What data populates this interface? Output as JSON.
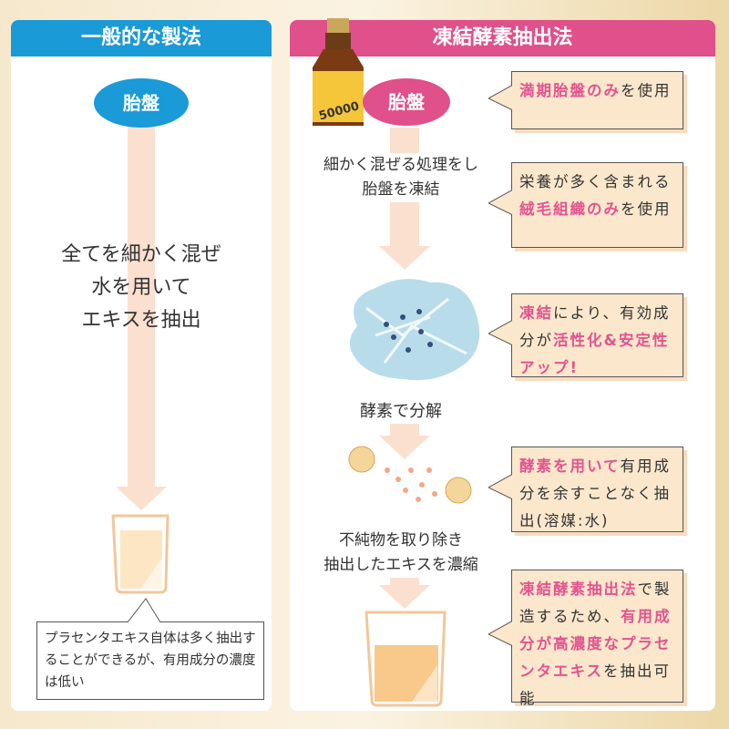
{
  "left": {
    "title": "一般的な製法",
    "source": "胎盤",
    "process": [
      "全てを細かく混ぜ",
      "水を用いて",
      "エキスを抽出"
    ],
    "note": "プラセンタエキス自体は多く抽出することができるが、有用成分の濃度は低い"
  },
  "right": {
    "title": "凍結酵素抽出法",
    "source": "胎盤",
    "bottle_label": "50000",
    "steps": [
      [
        "細かく混ぜる処理をし",
        "胎盤を凍結"
      ],
      [
        "酵素で分解"
      ],
      [
        "不純物を取り除き",
        "抽出したエキスを濃縮"
      ]
    ],
    "callouts": [
      [
        {
          "t": "満期胎盤のみ",
          "h": true
        },
        {
          "t": "を使用",
          "h": false
        }
      ],
      [
        {
          "t": "栄養が多く含まれる",
          "h": false
        },
        {
          "t": "絨毛組織のみ",
          "h": true
        },
        {
          "t": "を使用",
          "h": false
        }
      ],
      [
        {
          "t": "凍結",
          "h": true
        },
        {
          "t": "により、有効成分が",
          "h": false
        },
        {
          "t": "活性化&安定性アップ!",
          "h": true
        }
      ],
      [
        {
          "t": "酵素を用いて",
          "h": true
        },
        {
          "t": "有用成分を余すことなく抽出(溶媒:水)",
          "h": false
        }
      ],
      [
        {
          "t": "凍結酵素抽出法",
          "h": true
        },
        {
          "t": "で製造するため、",
          "h": false
        },
        {
          "t": "有用成分が高濃度なプラセンタエキス",
          "h": true
        },
        {
          "t": "を抽出可能",
          "h": false
        }
      ]
    ]
  },
  "colors": {
    "blue": "#1a9ad6",
    "pink": "#e0508a",
    "highlight": "#e2548f"
  }
}
